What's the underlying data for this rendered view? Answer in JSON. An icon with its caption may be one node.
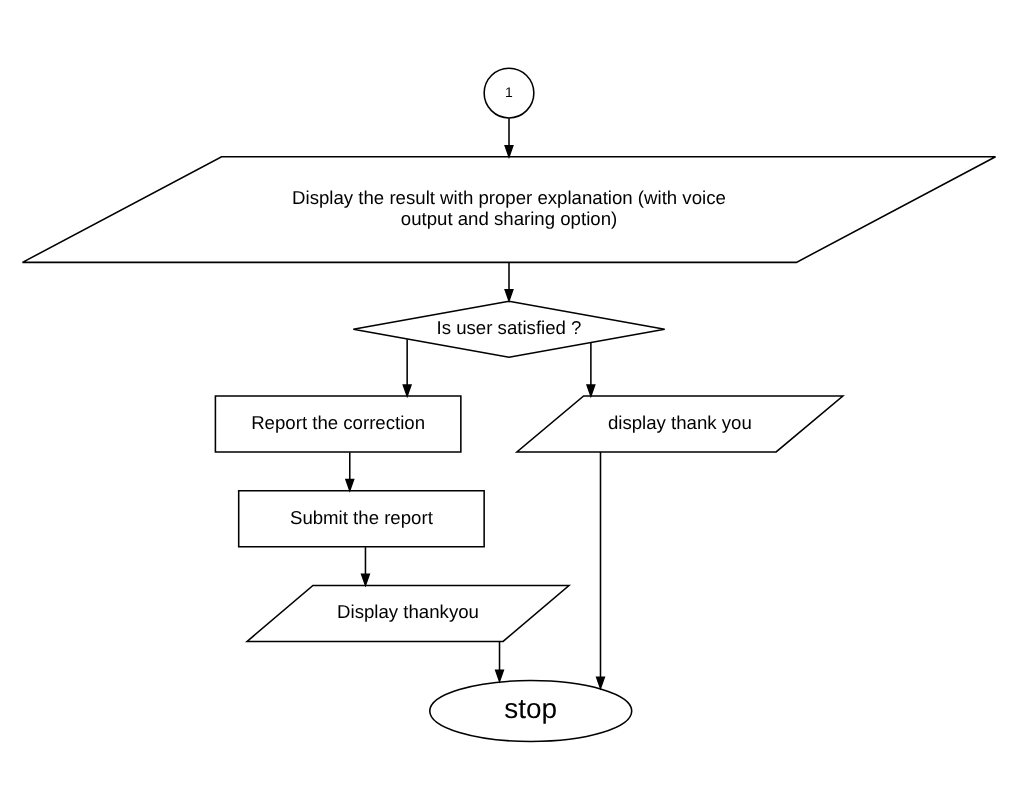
{
  "diagram": {
    "nodes": [
      {
        "text": [
          "1"
        ]
      },
      {
        "text": [
          "Display the result with proper explanation (with voice output and sharing option)"
        ]
      },
      {
        "text": [
          "Is user satisfied ?"
        ]
      },
      {
        "text": [
          "Report the correction"
        ]
      },
      {
        "text": [
          "Submit the report"
        ]
      },
      {
        "text": [
          "Display thankyou"
        ]
      },
      {
        "text": [
          "display thank you"
        ]
      },
      {
        "text": [
          "stop"
        ]
      }
    ],
    "edges": [
      {
        "from": 0,
        "to": 1,
        "arrow": "to"
      },
      {
        "from": 1,
        "to": 2,
        "arrow": "to"
      },
      {
        "from": 2,
        "to": 3,
        "arrow": "to"
      },
      {
        "from": 2,
        "to": 6,
        "arrow": "to"
      },
      {
        "from": 3,
        "to": 4,
        "arrow": "to"
      },
      {
        "from": 4,
        "to": 5,
        "arrow": "to"
      },
      {
        "from": 5,
        "to": 7,
        "arrow": "to"
      },
      {
        "from": 6,
        "to": 7,
        "arrow": "to"
      }
    ]
  }
}
